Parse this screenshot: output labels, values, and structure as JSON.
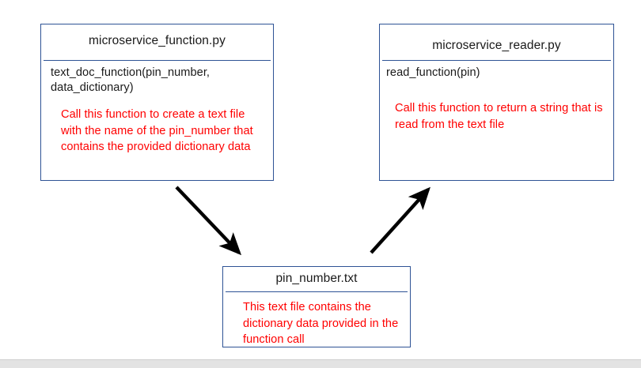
{
  "diagram": {
    "background_color": "#FFFFFF",
    "border_color": "#2E5395",
    "description_color": "#FF0000",
    "title_color": "#1A1A1A",
    "nodes": [
      {
        "id": "writer",
        "title": "microservice_function.py",
        "signature": "text_doc_function(pin_number, data_dictionary)",
        "description": "Call this function to create a text file with the name of the pin_number that contains the provided dictionary data"
      },
      {
        "id": "reader",
        "title": "microservice_reader.py",
        "signature": "read_function(pin)",
        "description": "Call this function to return a string that is read from the text file"
      },
      {
        "id": "file",
        "title": "pin_number.txt",
        "signature": "",
        "description": "This text file contains the dictionary data provided in the function call"
      }
    ],
    "arrows": [
      {
        "id": "writer-to-file",
        "from": "writer",
        "to": "file",
        "direction": "down-right",
        "color": "#000000"
      },
      {
        "id": "file-to-reader",
        "from": "file",
        "to": "reader",
        "direction": "up-right",
        "color": "#000000"
      }
    ]
  },
  "status_bar": {
    "color": "#E3E3E3",
    "text": ""
  }
}
